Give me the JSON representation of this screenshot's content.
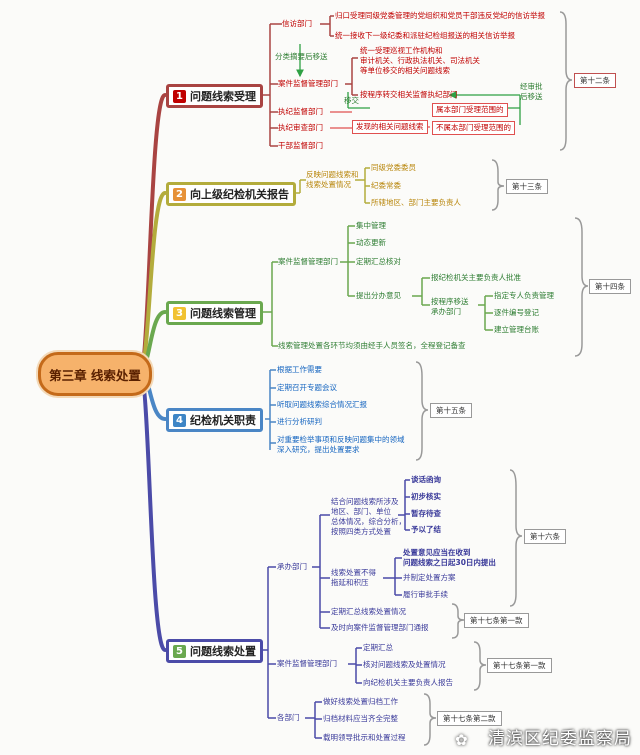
{
  "root": {
    "label": "第三章 线索处置"
  },
  "branches": [
    {
      "num": "1",
      "label": "问题线索受理",
      "color": "#a94442",
      "numbg": "#c00000"
    },
    {
      "num": "2",
      "label": "向上级纪检机关报告",
      "color": "#b3ac3c",
      "numbg": "#e69138"
    },
    {
      "num": "3",
      "label": "问题线索管理",
      "color": "#6aa84f",
      "numbg": "#f1c232"
    },
    {
      "num": "4",
      "label": "纪检机关职责",
      "color": "#4a86c5",
      "numbg": "#3d85c6"
    },
    {
      "num": "5",
      "label": "问题线索处置",
      "color": "#4b4ba8",
      "numbg": "#6aa84f"
    }
  ],
  "b1": {
    "xinfang": "信访部门",
    "xf1": "归口受理同级党委管理的党组织和党员干部违反党纪的信访举报",
    "xf2": "统一接收下一级纪委和派驻纪检组报送的相关信访举报",
    "fenlei": "分类摘要后移送",
    "anjian": "案件监督管理部门",
    "aj1": "统一受理巡视工作机构和\n审计机关、行政执法机关、司法机关\n等单位移交的相关问题线索",
    "aj2": "按程序转交相关监督执纪部门",
    "yiji": "移交",
    "zhiqing": "经审批\n后移送",
    "zhixing": "执纪监督部门",
    "shencha": "执纪审查部门",
    "ganbu": "干部监督部门",
    "faxian": "发现的相关问题线索",
    "shuyu": "属本部门受理范围的",
    "bushu": "不属本部门受理范围的",
    "tag": "第十二条"
  },
  "b2": {
    "t1": "反映问题线索和\n线索处置情况",
    "o1": "同级党委委员",
    "o2": "纪委常委",
    "o3": "所辖地区、部门主要负责人",
    "tag": "第十三条"
  },
  "b3": {
    "anjian": "案件监督管理部门",
    "i1": "集中管理",
    "i2": "动态更新",
    "i3": "定期汇总核对",
    "i4": "提出分办意见",
    "s1": "报纪检机关主要负责人批准",
    "s2": "按程序移送\n承办部门",
    "s2a": "指定专人负责管理",
    "s2b": "逐件编号登记",
    "s2c": "建立管理台账",
    "all": "线索管理处置各环节均须由经手人员签名，全程登记备查",
    "tag": "第十四条"
  },
  "b4": {
    "i1": "根据工作需要",
    "i2": "定期召开专题会议",
    "i3": "听取问题线索综合情况汇报",
    "i4": "进行分析研判",
    "i5": "对重要检举事项和反映问题集中的领域\n深入研究，提出处置要求",
    "tag": "第十五条"
  },
  "b5": {
    "chengban": "承办部门",
    "zonghe": "结合问题线索所涉及\n地区、部门、单位\n总体情况，综合分析，\n按照四类方式处置",
    "m1": "谈话函询",
    "m2": "初步核实",
    "m3": "暂存待查",
    "m4": "予以了结",
    "budeyan": "线索处置不得\n拖延和积压",
    "yijian": "处置意见应当在收到\n问题线索之日起30日内提出",
    "zhiding": "并制定处置方案",
    "lvxing": "履行审批手续",
    "dingqi": "定期汇总线索处置情况",
    "jishi": "及时向案件监督管理部门通报",
    "tag16": "第十六条",
    "tag17a": "第十七条第一款",
    "anjian": "案件监督管理部门",
    "a1": "定期汇总",
    "a2": "核对问题线索及处置情况",
    "a3": "向纪检机关主要负责人报告",
    "tag17b": "第十七条第一款",
    "gebu": "各部门",
    "g1": "做好线索处置归档工作",
    "g2": "归档材料应当齐全完整",
    "g3": "载明领导批示和处置过程",
    "tag17c": "第十七条第二款"
  },
  "watermark": "清滨区纪委监察局"
}
